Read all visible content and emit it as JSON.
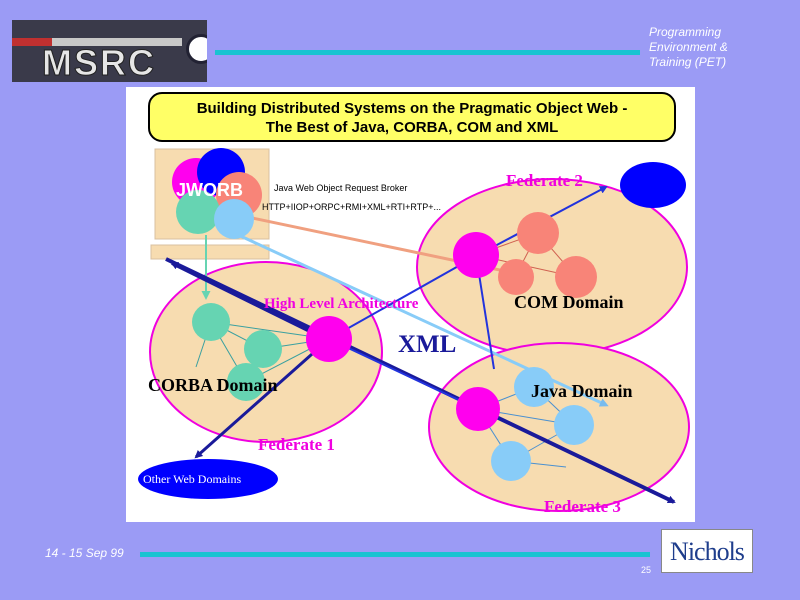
{
  "header": {
    "title_lines": [
      "Programming",
      "Environment &",
      "Training (PET)"
    ],
    "logo_text": "MSRC"
  },
  "diagram": {
    "title_line1": "Building Distributed Systems on the Pragmatic Object Web -",
    "title_line2": "The Best of Java, CORBA, COM and XML",
    "jworb": "JWORB",
    "jworb_desc": "Java Web Object Request Broker",
    "protocols": "HTTP+IIOP+ORPC+RMI+XML+RTI+RTP+...",
    "hla": "High Level Architecture",
    "xml": "XML",
    "corba_domain": "CORBA Domain",
    "com_domain": "COM Domain",
    "java_domain": "Java Domain",
    "federate1": "Federate 1",
    "federate2": "Federate 2",
    "federate3": "Federate 3",
    "other_web": "Other Web Domains",
    "colors": {
      "magenta": "#ff00ee",
      "blue": "#0000ff",
      "navy": "#1a1a9a",
      "cream": "#f7dcb0",
      "coral": "#f88478",
      "teal": "#66d4b2",
      "sky": "#88ccf8",
      "yellow": "#ffff66"
    }
  },
  "footer": {
    "date": "14 - 15 Sep 99",
    "page": "25",
    "logo": "Nichols"
  }
}
